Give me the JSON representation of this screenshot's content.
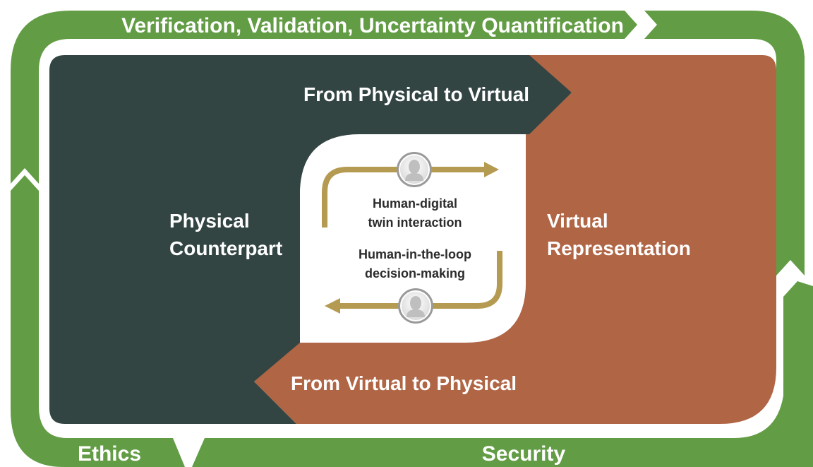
{
  "colors": {
    "ring": "#629c44",
    "physical": "#324543",
    "virtual": "#b06545",
    "loop": "#b59a52",
    "center_bg": "#ffffff",
    "person_fill": "#bfbfbf"
  },
  "ring": {
    "top_label": "Verification, Validation, Uncertainty Quantification",
    "bottom_left_label": "Ethics",
    "bottom_right_label": "Security"
  },
  "physical_panel": {
    "arrow_label": "From Physical to Virtual",
    "title_line1": "Physical",
    "title_line2": "Counterpart"
  },
  "virtual_panel": {
    "arrow_label": "From Virtual to Physical",
    "title_line1": "Virtual",
    "title_line2": "Representation"
  },
  "center": {
    "interaction_line1": "Human-digital",
    "interaction_line2": "twin interaction",
    "decision_line1": "Human-in-the-loop",
    "decision_line2": "decision-making",
    "top_person_icon": "person-icon",
    "bottom_person_icon": "person-icon"
  }
}
